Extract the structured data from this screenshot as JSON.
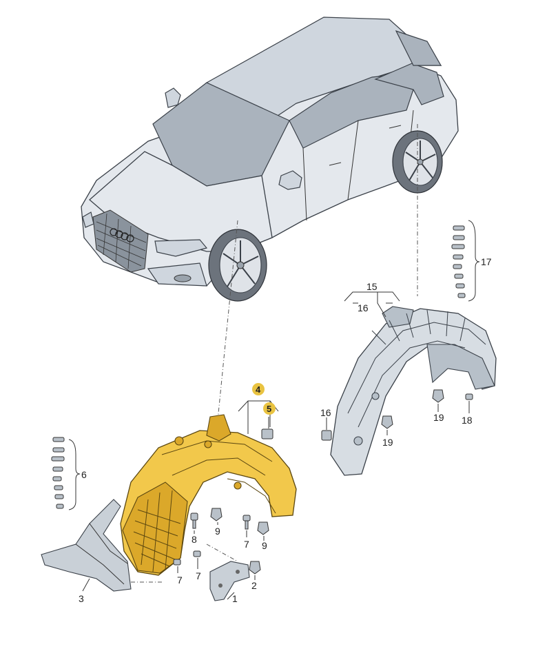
{
  "diagram": {
    "callouts": {
      "c1": "1",
      "c2": "2",
      "c3": "3",
      "c4": "4",
      "c5": "5",
      "c6": "6",
      "c7a": "7",
      "c7b": "7",
      "c7c": "7",
      "c8": "8",
      "c9a": "9",
      "c9b": "9",
      "c15": "15",
      "c16a": "16",
      "c16b": "16",
      "c17": "17",
      "c18": "18",
      "c19a": "19",
      "c19b": "19"
    },
    "colors": {
      "highlight": "#f2c84b",
      "callout_highlight": "#e9c341",
      "vehicle": "#e4e8ed",
      "parts": "#d7dde3"
    },
    "icons": [
      "car-icon",
      "wheel-housing-liner-icon",
      "screw-icon",
      "clip-nut-icon",
      "bracket-icon",
      "underbody-panel-icon"
    ]
  }
}
